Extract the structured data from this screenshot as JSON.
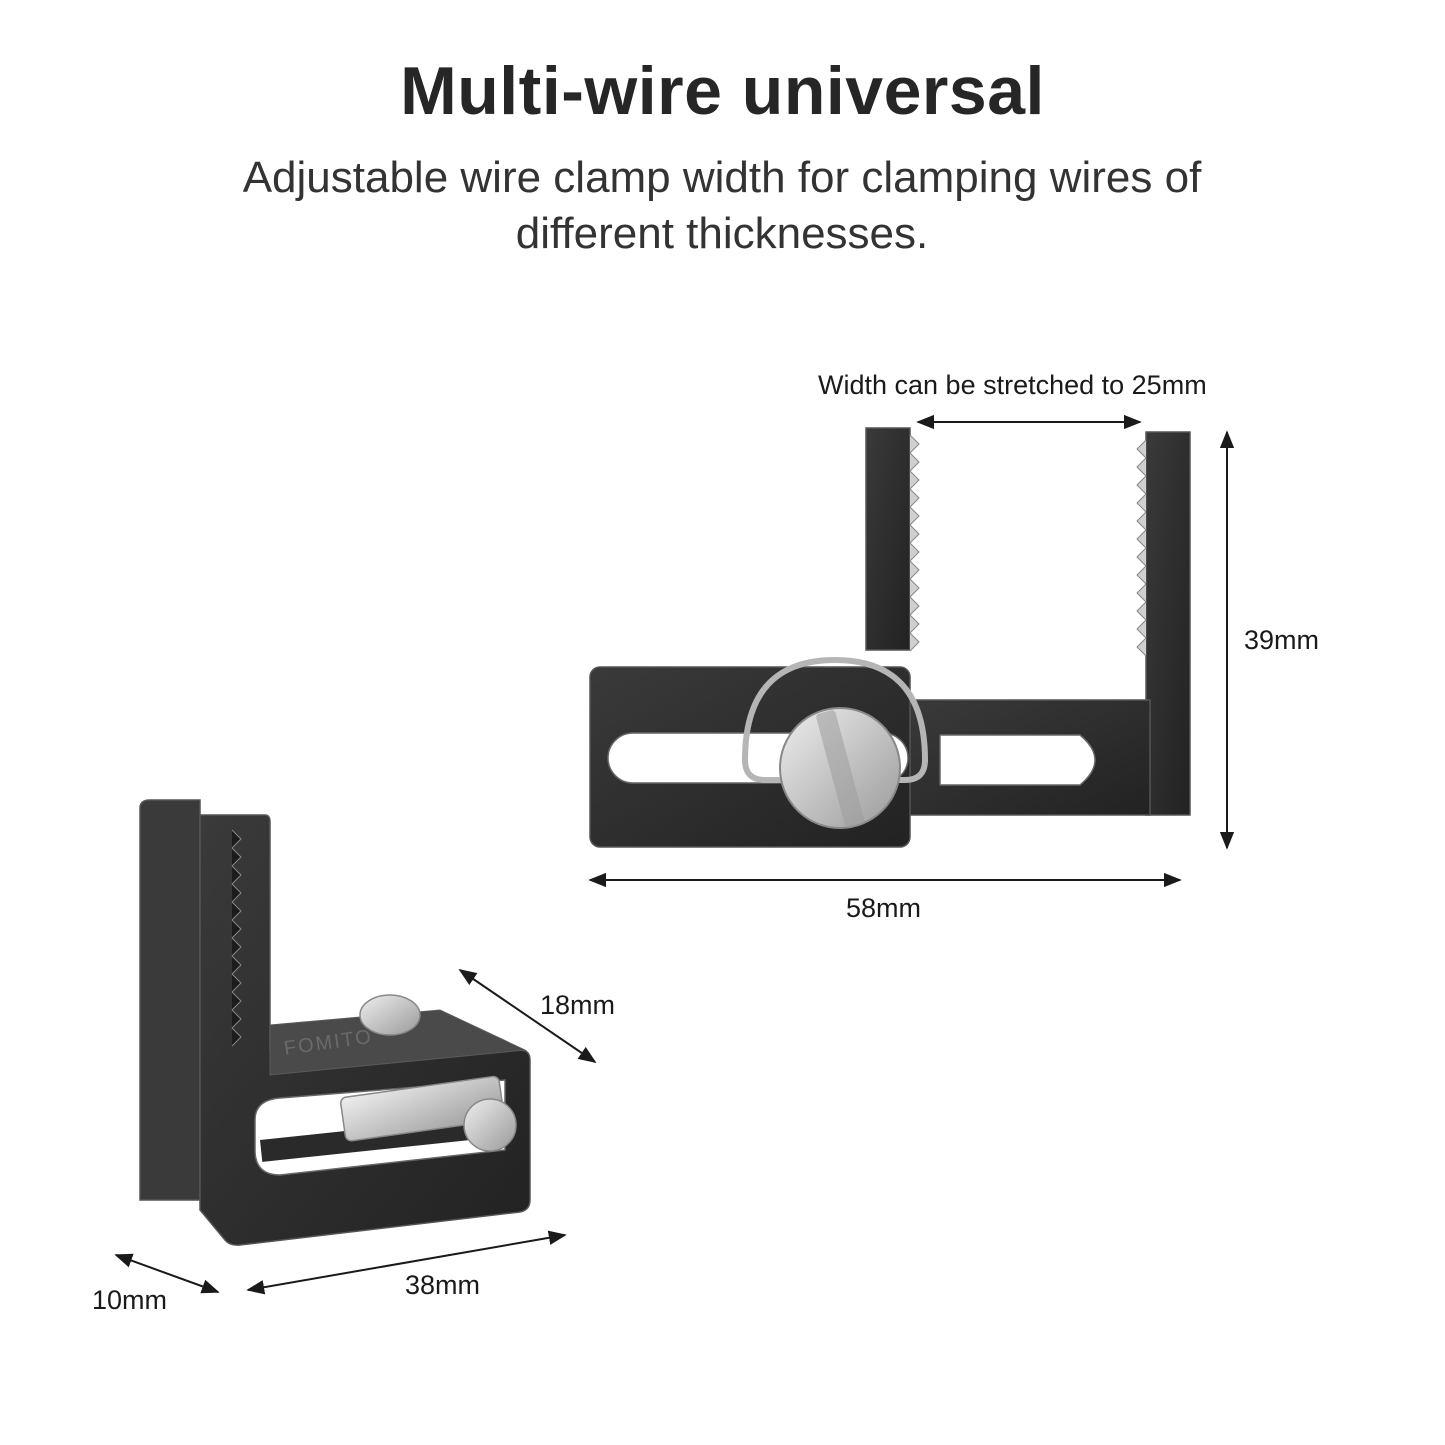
{
  "header": {
    "title": "Multi-wire universal",
    "subtitle": "Adjustable wire clamp width for clamping wires of different thicknesses."
  },
  "dimensions": {
    "stretch_width": "Width can be stretched to 25mm",
    "height": "39mm",
    "length_top": "58mm",
    "depth": "18mm",
    "thickness": "10mm",
    "length_bottom": "38mm"
  },
  "product": {
    "brand_engraving": "FOMITO"
  },
  "colors": {
    "metal_dark": "#2b2b2b",
    "metal_edge": "#4a4a4a",
    "screw_silver": "#c9c9c9",
    "dimension_line": "#1a1a1a"
  }
}
